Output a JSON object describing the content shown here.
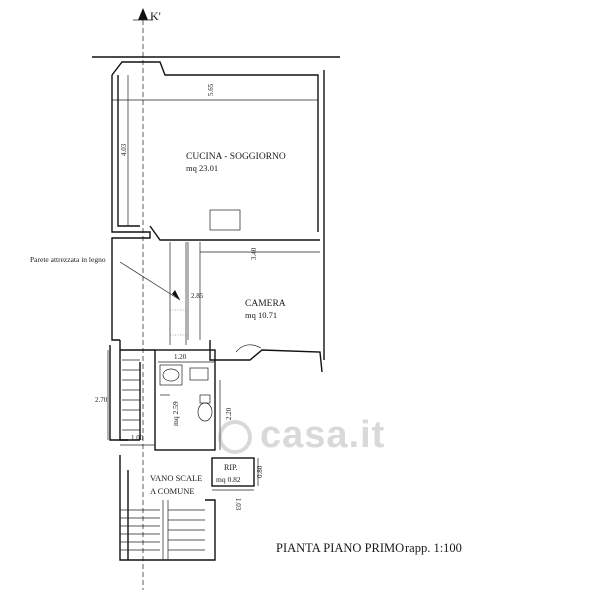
{
  "section_marker": "K'",
  "rooms": {
    "kitchen_name": "CUCINA - SOGGIORNO",
    "kitchen_area": "mq 23.01",
    "bedroom_name": "CAMERA",
    "bedroom_area": "mq 10.71",
    "bath_area": "mq 2.59",
    "stair_line1": "VANO SCALE",
    "stair_line2": "A COMUNE",
    "storage_name": "RIP.",
    "storage_area": "mq 0.82"
  },
  "annotations": {
    "partition": "Parete attrezzata in legno"
  },
  "dimensions": {
    "top_width": "5.65",
    "kitchen_depth": "4.03",
    "bedroom_width": "3.40",
    "bedroom_depth": "2.85",
    "bath_width": "1.20",
    "stair_depth": "2.70",
    "bath_depth": "2.20",
    "stair_width": "1.00",
    "storage_depth": "0.80",
    "storage_width": "1.03"
  },
  "caption": {
    "title": "PIANTA PIANO PRIMO",
    "scale": "rapp. 1:100"
  },
  "watermark": "casa.it"
}
